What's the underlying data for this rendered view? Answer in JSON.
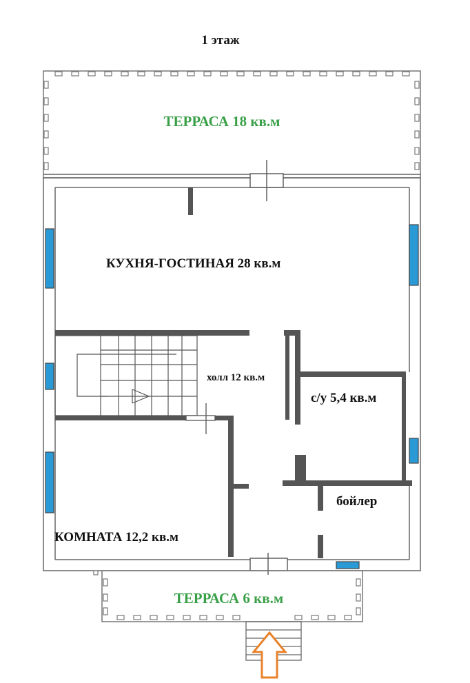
{
  "title": "1 этаж",
  "rooms": {
    "terrace_top": "ТЕРРАСА 18 кв.м",
    "kitchen_living": "КУХНЯ-ГОСТИНАЯ 28 кв.м",
    "hall": "холл 12 кв.м",
    "bathroom": "с/у 5,4 кв.м",
    "room": "КОМНАТА 12,2 кв.м",
    "boiler": "бойлер",
    "terrace_bottom": "ТЕРРАСА 6 кв.м"
  },
  "colors": {
    "wall": "#555555",
    "outline": "#666666",
    "window": "#2a9ad6",
    "label_green": "#3aa048",
    "arrow": "#e8822a"
  }
}
